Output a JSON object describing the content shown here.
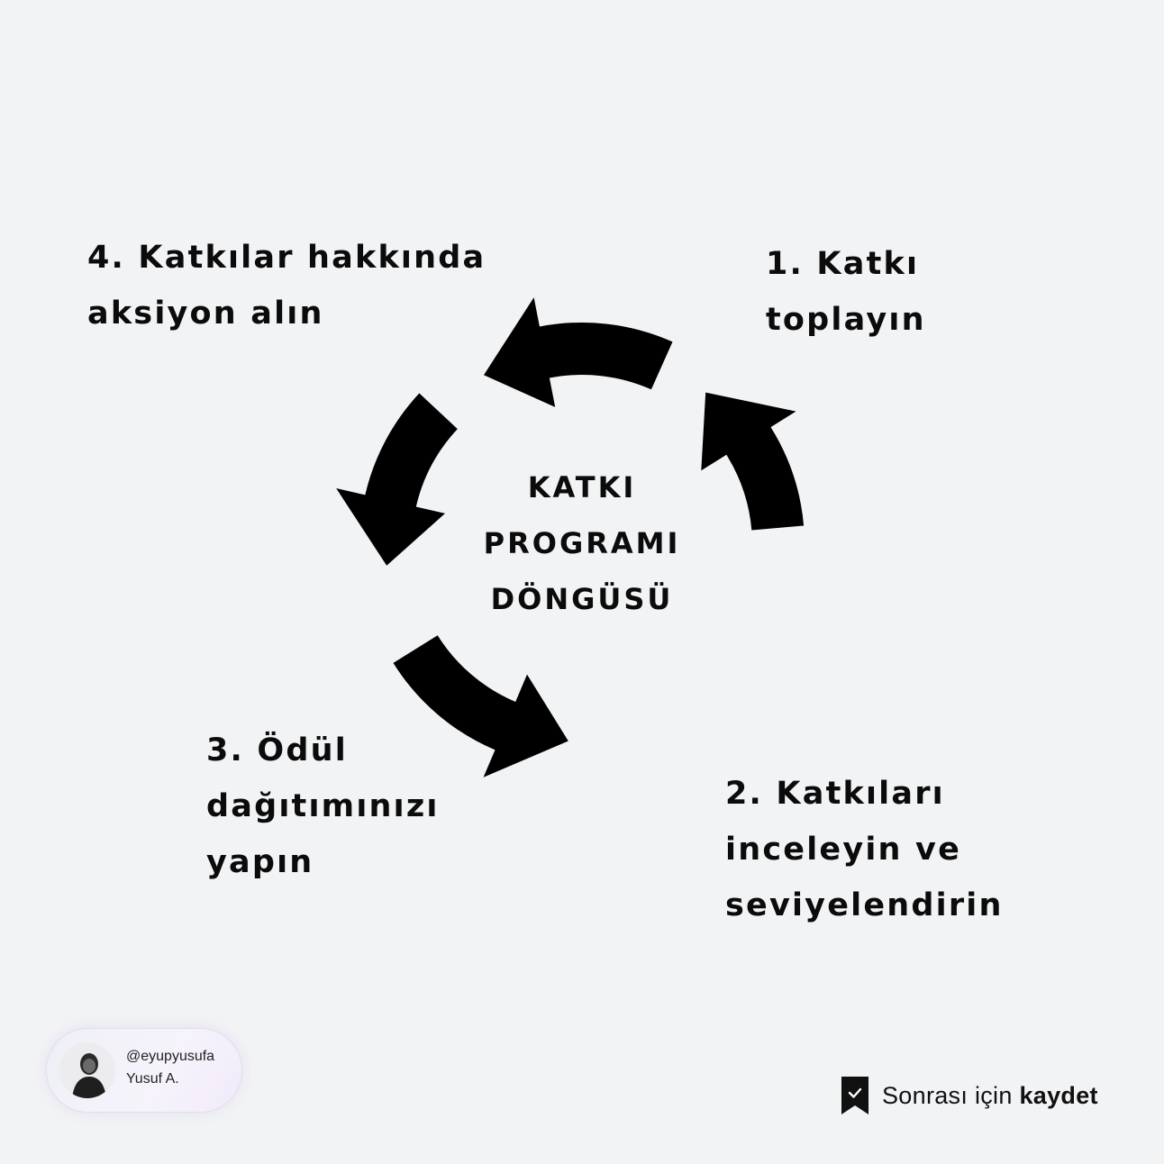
{
  "diagram": {
    "center_title": [
      "KATKI",
      "PROGRAMI",
      "DÖNGÜSÜ"
    ],
    "steps": [
      {
        "lines": [
          "1. Katkı",
          "toplayın"
        ]
      },
      {
        "lines": [
          "2. Katkıları",
          "inceleyin ve",
          "seviyelendirin"
        ]
      },
      {
        "lines": [
          "3. Ödül",
          "dağıtımınızı",
          "yapın"
        ]
      },
      {
        "lines": [
          "4. Katkılar hakkında",
          "aksiyon alın"
        ]
      }
    ],
    "arrow_color": "#000000"
  },
  "author": {
    "handle": "@eyupyusufa",
    "name": "Yusuf A.",
    "avatar_icon": "profile-photo"
  },
  "save_cta": {
    "icon": "bookmark-check-icon",
    "text_regular": "Sonrası için ",
    "text_bold": "kaydet"
  }
}
